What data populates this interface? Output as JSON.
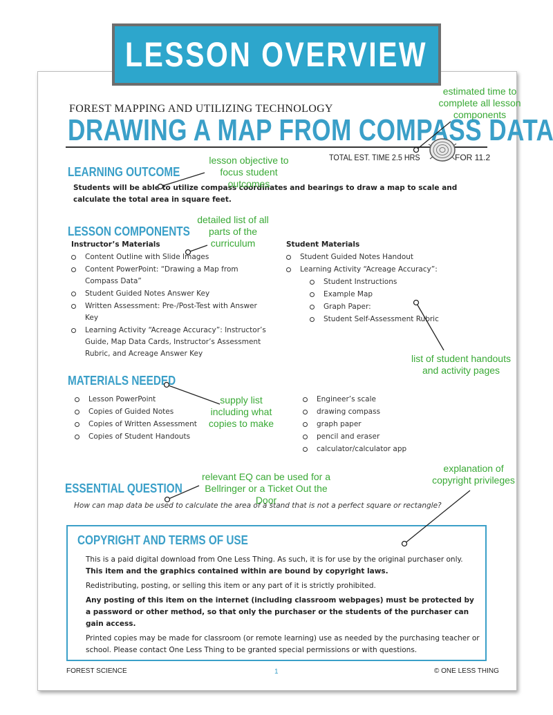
{
  "banner": {
    "title": "LESSON OVERVIEW"
  },
  "header": {
    "subtitle": "FOREST MAPPING AND UTILIZING TECHNOLOGY",
    "title": "DRAWING A MAP FROM COMPASS DATA",
    "est_time": "TOTAL EST. TIME 2.5 HRS",
    "grade": "FOR 11.2"
  },
  "learning_outcome": {
    "heading": "LEARNING OUTCOME",
    "text": "Students will be able to utilize compass coordinates and bearings to draw a map to scale and calculate the total area in square feet."
  },
  "lesson_components": {
    "heading": "LESSON COMPONENTS",
    "instructor_heading": "Instructor’s Materials",
    "instructor_items": [
      "Content Outline with Slide Images",
      "Content PowerPoint: “Drawing a Map from Compass Data”",
      "Student Guided Notes Answer Key",
      "Written Assessment: Pre-/Post-Test with Answer Key",
      "Learning Activity “Acreage Accuracy”: Instructor’s Guide, Map Data Cards, Instructor’s Assessment Rubric, and Acreage Answer Key"
    ],
    "student_heading": "Student Materials",
    "student_items": [
      "Student Guided Notes Handout",
      "Learning Activity “Acreage Accuracy”:"
    ],
    "student_subitems": [
      "Student Instructions",
      "Example Map",
      "Graph Paper:",
      "Student Self-Assessment Rubric"
    ]
  },
  "materials_needed": {
    "heading": "MATERIALS NEEDED",
    "left_items": [
      "Lesson PowerPoint",
      "Copies of Guided Notes",
      "Copies of Written Assessment",
      "Copies of Student Handouts"
    ],
    "right_items": [
      "Engineer’s scale",
      "drawing compass",
      "graph paper",
      "pencil and eraser",
      "calculator/calculator app"
    ]
  },
  "essential_question": {
    "heading": "ESSENTIAL QUESTION",
    "text": "How can map data be used to calculate the area of a stand that is not a perfect square or rectangle?"
  },
  "copyright": {
    "heading": "COPYRIGHT AND TERMS OF USE",
    "p1": "This is a paid digital download from One Less Thing. As such, it is for use by the original purchaser only.",
    "p1_bold": "This item and the graphics contained within are bound by copyright laws.",
    "p2": "Redistributing, posting, or selling this item or any part of it is strictly prohibited.",
    "p3": "Any posting of this item on the internet (including classroom webpages) must be protected by a password or other method, so that only the purchaser or the students of the purchaser can gain access.",
    "p4": "Printed copies may be made for classroom (or remote learning) use as needed by the purchasing teacher or school. Please contact One Less Thing to be granted special permissions or with questions."
  },
  "footer": {
    "left": "FOREST SCIENCE",
    "page": "1",
    "right": "© ONE LESS THING"
  },
  "annotations": {
    "time": "estimated time to complete all lesson components",
    "objective": "lesson objective to focus student  outcomes",
    "curriculum": "detailed list of all parts of the curriculum",
    "handouts": "list of student handouts and activity pages",
    "supply": "supply list including what copies to make",
    "eq": "relevant EQ can be used for a Bellringer or a Ticket Out the Door",
    "copyright": "explanation of copyright privileges"
  },
  "colors": {
    "accent_blue": "#2da6cc",
    "heading_blue": "#3a9fc8",
    "annotation_green": "#39a935",
    "banner_border": "#6d6d6d"
  }
}
